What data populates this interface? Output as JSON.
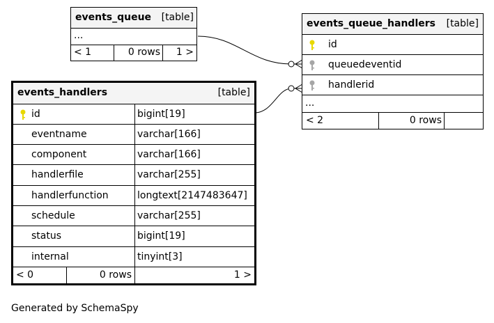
{
  "tables": {
    "events_queue": {
      "name": "events_queue",
      "type_label": "[table]",
      "more": "...",
      "footer": {
        "parents": "< 1",
        "rows": "0 rows",
        "children": "1 >"
      }
    },
    "events_queue_handlers": {
      "name": "events_queue_handlers",
      "type_label": "[table]",
      "columns": [
        {
          "name": "id",
          "icon": "primary-key-icon"
        },
        {
          "name": "queuedeventid",
          "icon": "foreign-key-icon"
        },
        {
          "name": "handlerid",
          "icon": "foreign-key-icon"
        }
      ],
      "more": "...",
      "footer": {
        "parents": "< 2",
        "rows": "0 rows",
        "children": ""
      }
    },
    "events_handlers": {
      "name": "events_handlers",
      "type_label": "[table]",
      "columns": [
        {
          "name": "id",
          "type": "bigint[19]",
          "icon": "primary-key-icon"
        },
        {
          "name": "eventname",
          "type": "varchar[166]"
        },
        {
          "name": "component",
          "type": "varchar[166]"
        },
        {
          "name": "handlerfile",
          "type": "varchar[255]"
        },
        {
          "name": "handlerfunction",
          "type": "longtext[2147483647]"
        },
        {
          "name": "schedule",
          "type": "varchar[255]"
        },
        {
          "name": "status",
          "type": "bigint[19]"
        },
        {
          "name": "internal",
          "type": "tinyint[3]"
        }
      ],
      "footer": {
        "parents": "< 0",
        "rows": "0 rows",
        "children": "1 >"
      }
    }
  },
  "relationships": [
    {
      "from": "events_queue",
      "to": "events_queue_handlers.queuedeventid"
    },
    {
      "from": "events_handlers.id",
      "to": "events_queue_handlers.handlerid"
    }
  ],
  "colors": {
    "primary_key": "#e8d800",
    "foreign_key": "#a6a6a6",
    "header_bg": "#f4f4f4"
  },
  "footer_text": "Generated by SchemaSpy"
}
